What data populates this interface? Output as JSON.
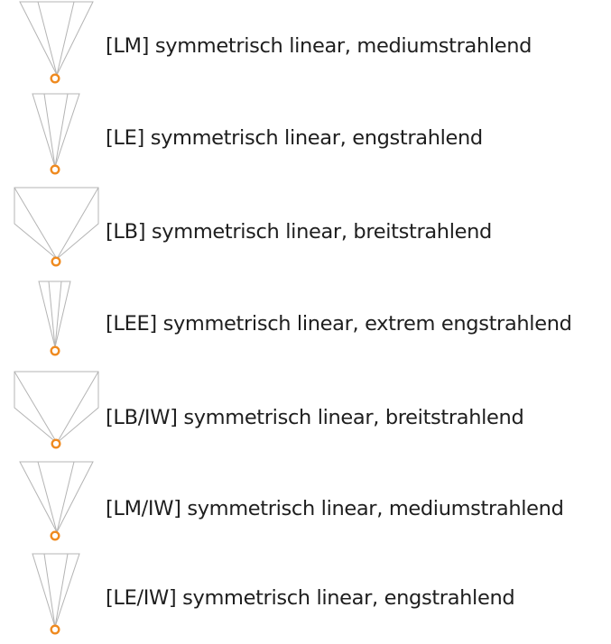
{
  "legend_items": [
    {
      "code": "LM",
      "label": "[LM] symmetrisch linear, mediumstrahlend",
      "beam": "medium"
    },
    {
      "code": "LE",
      "label": "[LE] symmetrisch linear, engstrahlend",
      "beam": "narrow"
    },
    {
      "code": "LB",
      "label": "[LB] symmetrisch linear, breitstrahlend",
      "beam": "wide"
    },
    {
      "code": "LEE",
      "label": "[LEE] symmetrisch linear, extrem engstrahlend",
      "beam": "extreme-narrow"
    },
    {
      "code": "LB/IW",
      "label": "[LB/IW] symmetrisch linear, breitstrahlend",
      "beam": "wide"
    },
    {
      "code": "LM/IW",
      "label": "[LM/IW] symmetrisch linear, mediumstrahlend",
      "beam": "medium"
    },
    {
      "code": "LE/IW",
      "label": "[LE/IW] symmetrisch linear, engstrahlend",
      "beam": "narrow"
    }
  ],
  "colors": {
    "beam_outline": "#b4b4b4",
    "light_source": "#ef8a1f",
    "text": "#1e1e1e"
  },
  "icons": {
    "beam": "light-beam-icon",
    "source": "light-source-icon"
  }
}
